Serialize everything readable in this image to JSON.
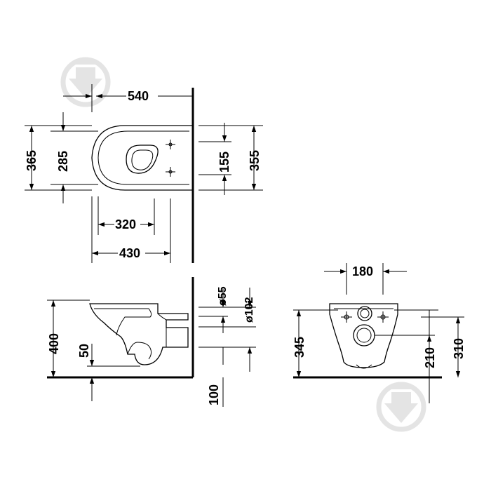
{
  "top_view": {
    "width_540": "540",
    "depth_365": "365",
    "depth_285": "285",
    "dist_320": "320",
    "dist_430": "430",
    "gap_155": "155",
    "depth_355": "355"
  },
  "side_view": {
    "height_400": "400",
    "height_50": "50",
    "dia_55": "ø55",
    "dia_102": "ø102",
    "floor_100": "100"
  },
  "front_view": {
    "width_180": "180",
    "height_345": "345",
    "height_210": "210",
    "height_310": "310"
  },
  "colors": {
    "line": "#000000",
    "watermark": "#e4e4e4",
    "background": "#ffffff"
  }
}
